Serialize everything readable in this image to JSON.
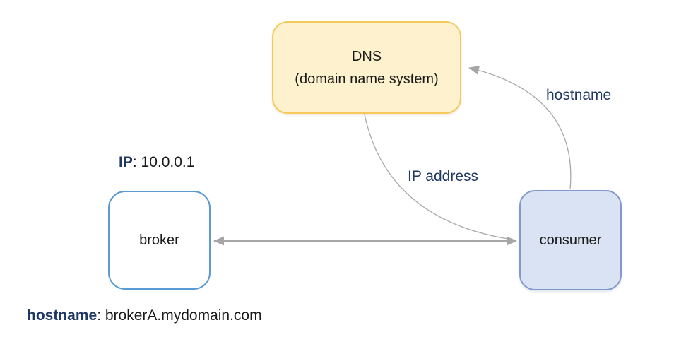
{
  "nodes": {
    "dns": {
      "line1": "DNS",
      "line2": "(domain name system)",
      "fill": "#FDF2CD",
      "border": "#F6C85A"
    },
    "broker": {
      "label": "broker",
      "fill": "#FFFFFF",
      "border": "#5B9BD5"
    },
    "consumer": {
      "label": "consumer",
      "fill": "#DAE3F3",
      "border": "#819ACB"
    }
  },
  "annotations": {
    "broker_ip": {
      "key": "IP",
      "value": ": 10.0.0.1"
    },
    "broker_hostname": {
      "key": "hostname",
      "value": ": brokerA.mydomain.com"
    }
  },
  "edges": {
    "hostname_label": "hostname",
    "ip_address_label": "IP address"
  },
  "colors": {
    "label_navy": "#1F3864",
    "arrow_gray": "#A6A6A6",
    "curve_gray": "#A9A9A9",
    "text_black": "#1A1A1A",
    "background": "#FFFFFF"
  }
}
